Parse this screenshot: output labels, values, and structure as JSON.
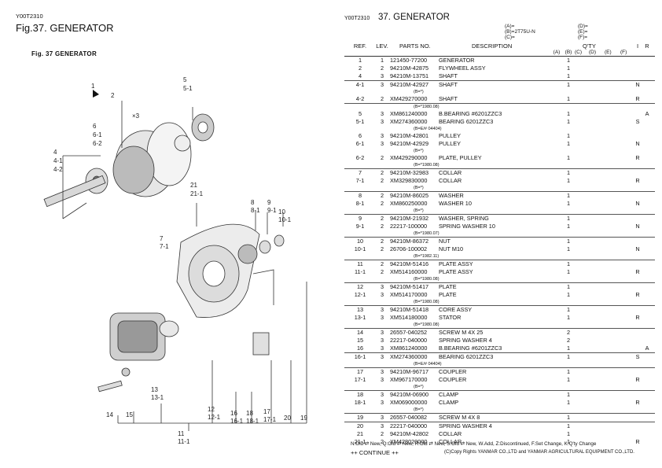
{
  "left": {
    "code": "Y00T2310",
    "title": "Fig.37.  GENERATOR",
    "diagram_caption": "Fig. 37  GENERATOR"
  },
  "diagram_labels": [
    "1",
    "2",
    "3",
    "5",
    "5-1",
    "4-1",
    "4-2",
    "4",
    "6",
    "6-1",
    "6-2",
    "21",
    "21-1",
    "8",
    "8-1",
    "9",
    "9-1",
    "10",
    "10-1",
    "7",
    "7-1",
    "14",
    "15",
    "13",
    "13-1",
    "12",
    "12-1",
    "16",
    "16-1",
    "18",
    "18-1",
    "17",
    "17-1",
    "20",
    "19",
    "11",
    "11-1"
  ],
  "right": {
    "code": "Y00T2310",
    "title": "37.  GENERATOR",
    "hdr_a": "(A)=",
    "hdr_b": "(B)=2T75U-N",
    "hdr_c": "(C)=",
    "hdr_d": "(D)=",
    "hdr_e": "(E)=",
    "hdr_f": "(F)=",
    "columns": {
      "ref": "REF.",
      "lev": "LEV.",
      "parts_no": "PARTS NO.",
      "description": "DESCRIPTION",
      "qty": "Q'TY",
      "qa": "(A)",
      "qb": "(B)",
      "qc": "(C)",
      "qd": "(D)",
      "qe": "(E)",
      "qf": "(F)",
      "i": "I",
      "r": "R"
    },
    "rows": [
      {
        "ref": "1",
        "lev": "1",
        "part": "121450-77200",
        "desc": "GENERATOR",
        "qb": "1",
        "i": "",
        "r": ""
      },
      {
        "ref": "2",
        "lev": "2",
        "part": "94210M-42875",
        "desc": "FLYWHEEL ASSY",
        "qb": "1",
        "i": "",
        "r": ""
      },
      {
        "ref": "4",
        "lev": "3",
        "part": "94210M-13751",
        "desc": "SHAFT",
        "qb": "1",
        "i": "",
        "r": "",
        "sep": true
      },
      {
        "ref": "4-1",
        "lev": "3",
        "part": "94210M-42927",
        "desc": "SHAFT",
        "qb": "1",
        "i": "N",
        "r": ""
      },
      {
        "note": "(B=*)"
      },
      {
        "ref": "4-2",
        "lev": "2",
        "part": "XM429270000",
        "desc": "SHAFT",
        "qb": "1",
        "i": "R",
        "r": "",
        "sep": true
      },
      {
        "note": "(B=*1980.08)"
      },
      {
        "ref": "5",
        "lev": "3",
        "part": "XM861240000",
        "desc": "B.BEARING #6201ZZC3",
        "qb": "1",
        "i": "",
        "r": "A"
      },
      {
        "ref": "5-1",
        "lev": "3",
        "part": "XM274360000",
        "desc": "BEARING 6201ZZC3",
        "qb": "1",
        "i": "S",
        "r": ""
      },
      {
        "note": "(B=E/# 04404)"
      },
      {
        "ref": "6",
        "lev": "3",
        "part": "94210M-42801",
        "desc": "PULLEY",
        "qb": "1",
        "i": "",
        "r": ""
      },
      {
        "ref": "6-1",
        "lev": "3",
        "part": "94210M-42929",
        "desc": "PULLEY",
        "qb": "1",
        "i": "N",
        "r": ""
      },
      {
        "note": "(B=*)"
      },
      {
        "ref": "6-2",
        "lev": "2",
        "part": "XM429290000",
        "desc": "PLATE, PULLEY",
        "qb": "1",
        "i": "R",
        "r": ""
      },
      {
        "note": "(B=*1980.08)",
        "sep": true
      },
      {
        "ref": "7",
        "lev": "2",
        "part": "94210M-32983",
        "desc": "COLLAR",
        "qb": "1",
        "i": "",
        "r": ""
      },
      {
        "ref": "7-1",
        "lev": "2",
        "part": "XM329830000",
        "desc": "COLLAR",
        "qb": "1",
        "i": "R",
        "r": ""
      },
      {
        "note": "(B=*)",
        "sep": true
      },
      {
        "ref": "8",
        "lev": "2",
        "part": "94210M-86025",
        "desc": "WASHER",
        "qb": "1",
        "i": "",
        "r": ""
      },
      {
        "ref": "8-1",
        "lev": "2",
        "part": "XM860250000",
        "desc": "WASHER 10",
        "qb": "1",
        "i": "N",
        "r": ""
      },
      {
        "note": "(B=*)",
        "sep": true
      },
      {
        "ref": "9",
        "lev": "2",
        "part": "94210M-21932",
        "desc": "WASHER, SPRING",
        "qb": "1",
        "i": "",
        "r": ""
      },
      {
        "ref": "9-1",
        "lev": "2",
        "part": "22217-100000",
        "desc": "SPRING WASHER 10",
        "qb": "1",
        "i": "N",
        "r": ""
      },
      {
        "note": "(B=*1980.07)",
        "sep": true
      },
      {
        "ref": "10",
        "lev": "2",
        "part": "94210M-86372",
        "desc": "NUT",
        "qb": "1",
        "i": "",
        "r": ""
      },
      {
        "ref": "10-1",
        "lev": "2",
        "part": "26706-100002",
        "desc": "NUT M10",
        "qb": "1",
        "i": "N",
        "r": ""
      },
      {
        "note": "(B=*1982.11)",
        "sep": true
      },
      {
        "ref": "11",
        "lev": "2",
        "part": "94210M-51416",
        "desc": "PLATE ASSY",
        "qb": "1",
        "i": "",
        "r": ""
      },
      {
        "ref": "11-1",
        "lev": "2",
        "part": "XM514160000",
        "desc": "PLATE ASSY",
        "qb": "1",
        "i": "R",
        "r": ""
      },
      {
        "note": "(B=*1980.08)",
        "sep": true
      },
      {
        "ref": "12",
        "lev": "3",
        "part": "94210M-51417",
        "desc": "PLATE",
        "qb": "1",
        "i": "",
        "r": ""
      },
      {
        "ref": "12-1",
        "lev": "3",
        "part": "XM514170000",
        "desc": "PLATE",
        "qb": "1",
        "i": "R",
        "r": ""
      },
      {
        "note": "(B=*1980.08)",
        "sep": true
      },
      {
        "ref": "13",
        "lev": "3",
        "part": "94210M-51418",
        "desc": "CORE ASSY",
        "qb": "1",
        "i": "",
        "r": ""
      },
      {
        "ref": "13-1",
        "lev": "3",
        "part": "XM514180000",
        "desc": "STATOR",
        "qb": "1",
        "i": "R",
        "r": ""
      },
      {
        "note": "(B=*1980.08)",
        "sep": true
      },
      {
        "ref": "14",
        "lev": "3",
        "part": "26557-040252",
        "desc": "SCREW M 4X 25",
        "qb": "2",
        "i": "",
        "r": ""
      },
      {
        "ref": "15",
        "lev": "3",
        "part": "22217-040000",
        "desc": "SPRING WASHER  4",
        "qb": "2",
        "i": "",
        "r": ""
      },
      {
        "ref": "16",
        "lev": "3",
        "part": "XM861240000",
        "desc": "B.BEARING #6201ZZC3",
        "qb": "1",
        "i": "",
        "r": "A",
        "sep": true
      },
      {
        "ref": "16-1",
        "lev": "3",
        "part": "XM274360000",
        "desc": "BEARING 6201ZZC3",
        "qb": "1",
        "i": "S",
        "r": ""
      },
      {
        "note": "(B=E/# 04404)",
        "sep": true
      },
      {
        "ref": "17",
        "lev": "3",
        "part": "94210M-96717",
        "desc": "COUPLER",
        "qb": "1",
        "i": "",
        "r": ""
      },
      {
        "ref": "17-1",
        "lev": "3",
        "part": "XM967170000",
        "desc": "COUPLER",
        "qb": "1",
        "i": "R",
        "r": ""
      },
      {
        "note": "(B=*)",
        "sep": true
      },
      {
        "ref": "18",
        "lev": "3",
        "part": "94210M-06900",
        "desc": "CLAMP",
        "qb": "1",
        "i": "",
        "r": ""
      },
      {
        "ref": "18-1",
        "lev": "3",
        "part": "XM069000000",
        "desc": "CLAMP",
        "qb": "1",
        "i": "R",
        "r": ""
      },
      {
        "note": "(B=*)",
        "sep": true
      },
      {
        "ref": "19",
        "lev": "3",
        "part": "26557-040082",
        "desc": "SCREW M 4X 8",
        "qb": "1",
        "i": "",
        "r": "",
        "sep": true
      },
      {
        "ref": "20",
        "lev": "3",
        "part": "22217-040000",
        "desc": "SPRING WASHER  4",
        "qb": "1",
        "i": "",
        "r": ""
      },
      {
        "ref": "21",
        "lev": "2",
        "part": "94210M-42802",
        "desc": "COLLAR",
        "qb": "1",
        "i": "",
        "r": ""
      },
      {
        "ref": "21-1",
        "lev": "2",
        "part": "XM428020000",
        "desc": "COLLAR",
        "qb": "1",
        "i": "R",
        "r": ""
      }
    ],
    "legend": "N:Old ⇄ New,  Q:Old ⇄ New,  R:Old ⇄ New,  S:Old ⇄ New,  W.Add,  Z:Discontinued,  F.Set Change,  K:Q'ty Change",
    "continue": "++ CONTINUE ++",
    "copyright": "(C)Copy Rights  YANMAR CO.,LTD and YANMAR AGRICULTURAL EQUIPMENT CO.,LTD."
  }
}
